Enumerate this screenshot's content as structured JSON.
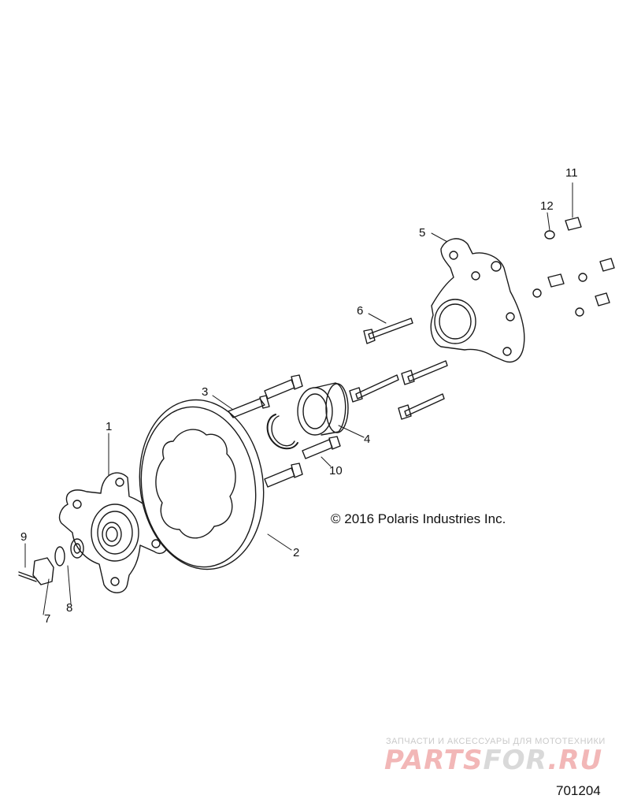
{
  "callouts": [
    "1",
    "2",
    "3",
    "4",
    "5",
    "6",
    "7",
    "8",
    "9",
    "10",
    "11",
    "12"
  ],
  "copyright": "© 2016 Polaris Industries Inc.",
  "watermark": {
    "tagline": "ЗАПЧАСТИ И АКСЕССУАРЫ ДЛЯ МОТОТЕХНИКИ",
    "brand": "PARTSFOR.RU"
  },
  "figure_number": "701204",
  "colors": {
    "line": "#1a1a1a",
    "watermark_red": "#f2b7b7",
    "watermark_gray": "#d9d9d9"
  }
}
